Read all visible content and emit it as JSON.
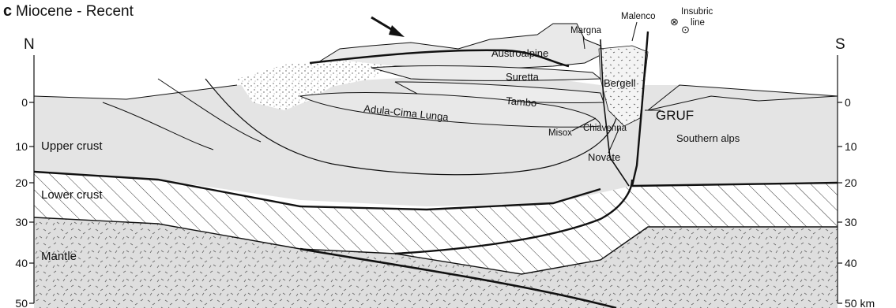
{
  "title": {
    "letter": "c",
    "text": "Miocene - Recent"
  },
  "directions": {
    "north": "N",
    "south": "S"
  },
  "depth_axis": {
    "left_ticks": [
      "0",
      "10",
      "20",
      "30",
      "40",
      "50"
    ],
    "right_ticks": [
      "0",
      "10",
      "20",
      "30",
      "40",
      "50 km"
    ]
  },
  "labels": {
    "upper_crust": "Upper crust",
    "lower_crust": "Lower crust",
    "mantle": "Mantle",
    "austroalpine": "Austroalpine",
    "margna": "Margna",
    "malenco": "Malenco",
    "insubric_line_1": "Insubric",
    "insubric_line_2": "line",
    "suretta": "Suretta",
    "tambo": "Tambo",
    "bergell": "Bergell",
    "adula_cima_lunga": "Adula-Cima Lunga",
    "gruf": "GRUF",
    "misox": "Misox",
    "chiavenna": "Chiavenna",
    "novate": "Novate",
    "southern_alps": "Southern alps"
  },
  "symbols": {
    "into_page": "⊗",
    "out_of_page": "⊙"
  },
  "colors": {
    "crust_fill": "#e4e4e4",
    "mantle_fill": "#dcdcdc",
    "line": "#111111",
    "hatch": "#333333"
  }
}
